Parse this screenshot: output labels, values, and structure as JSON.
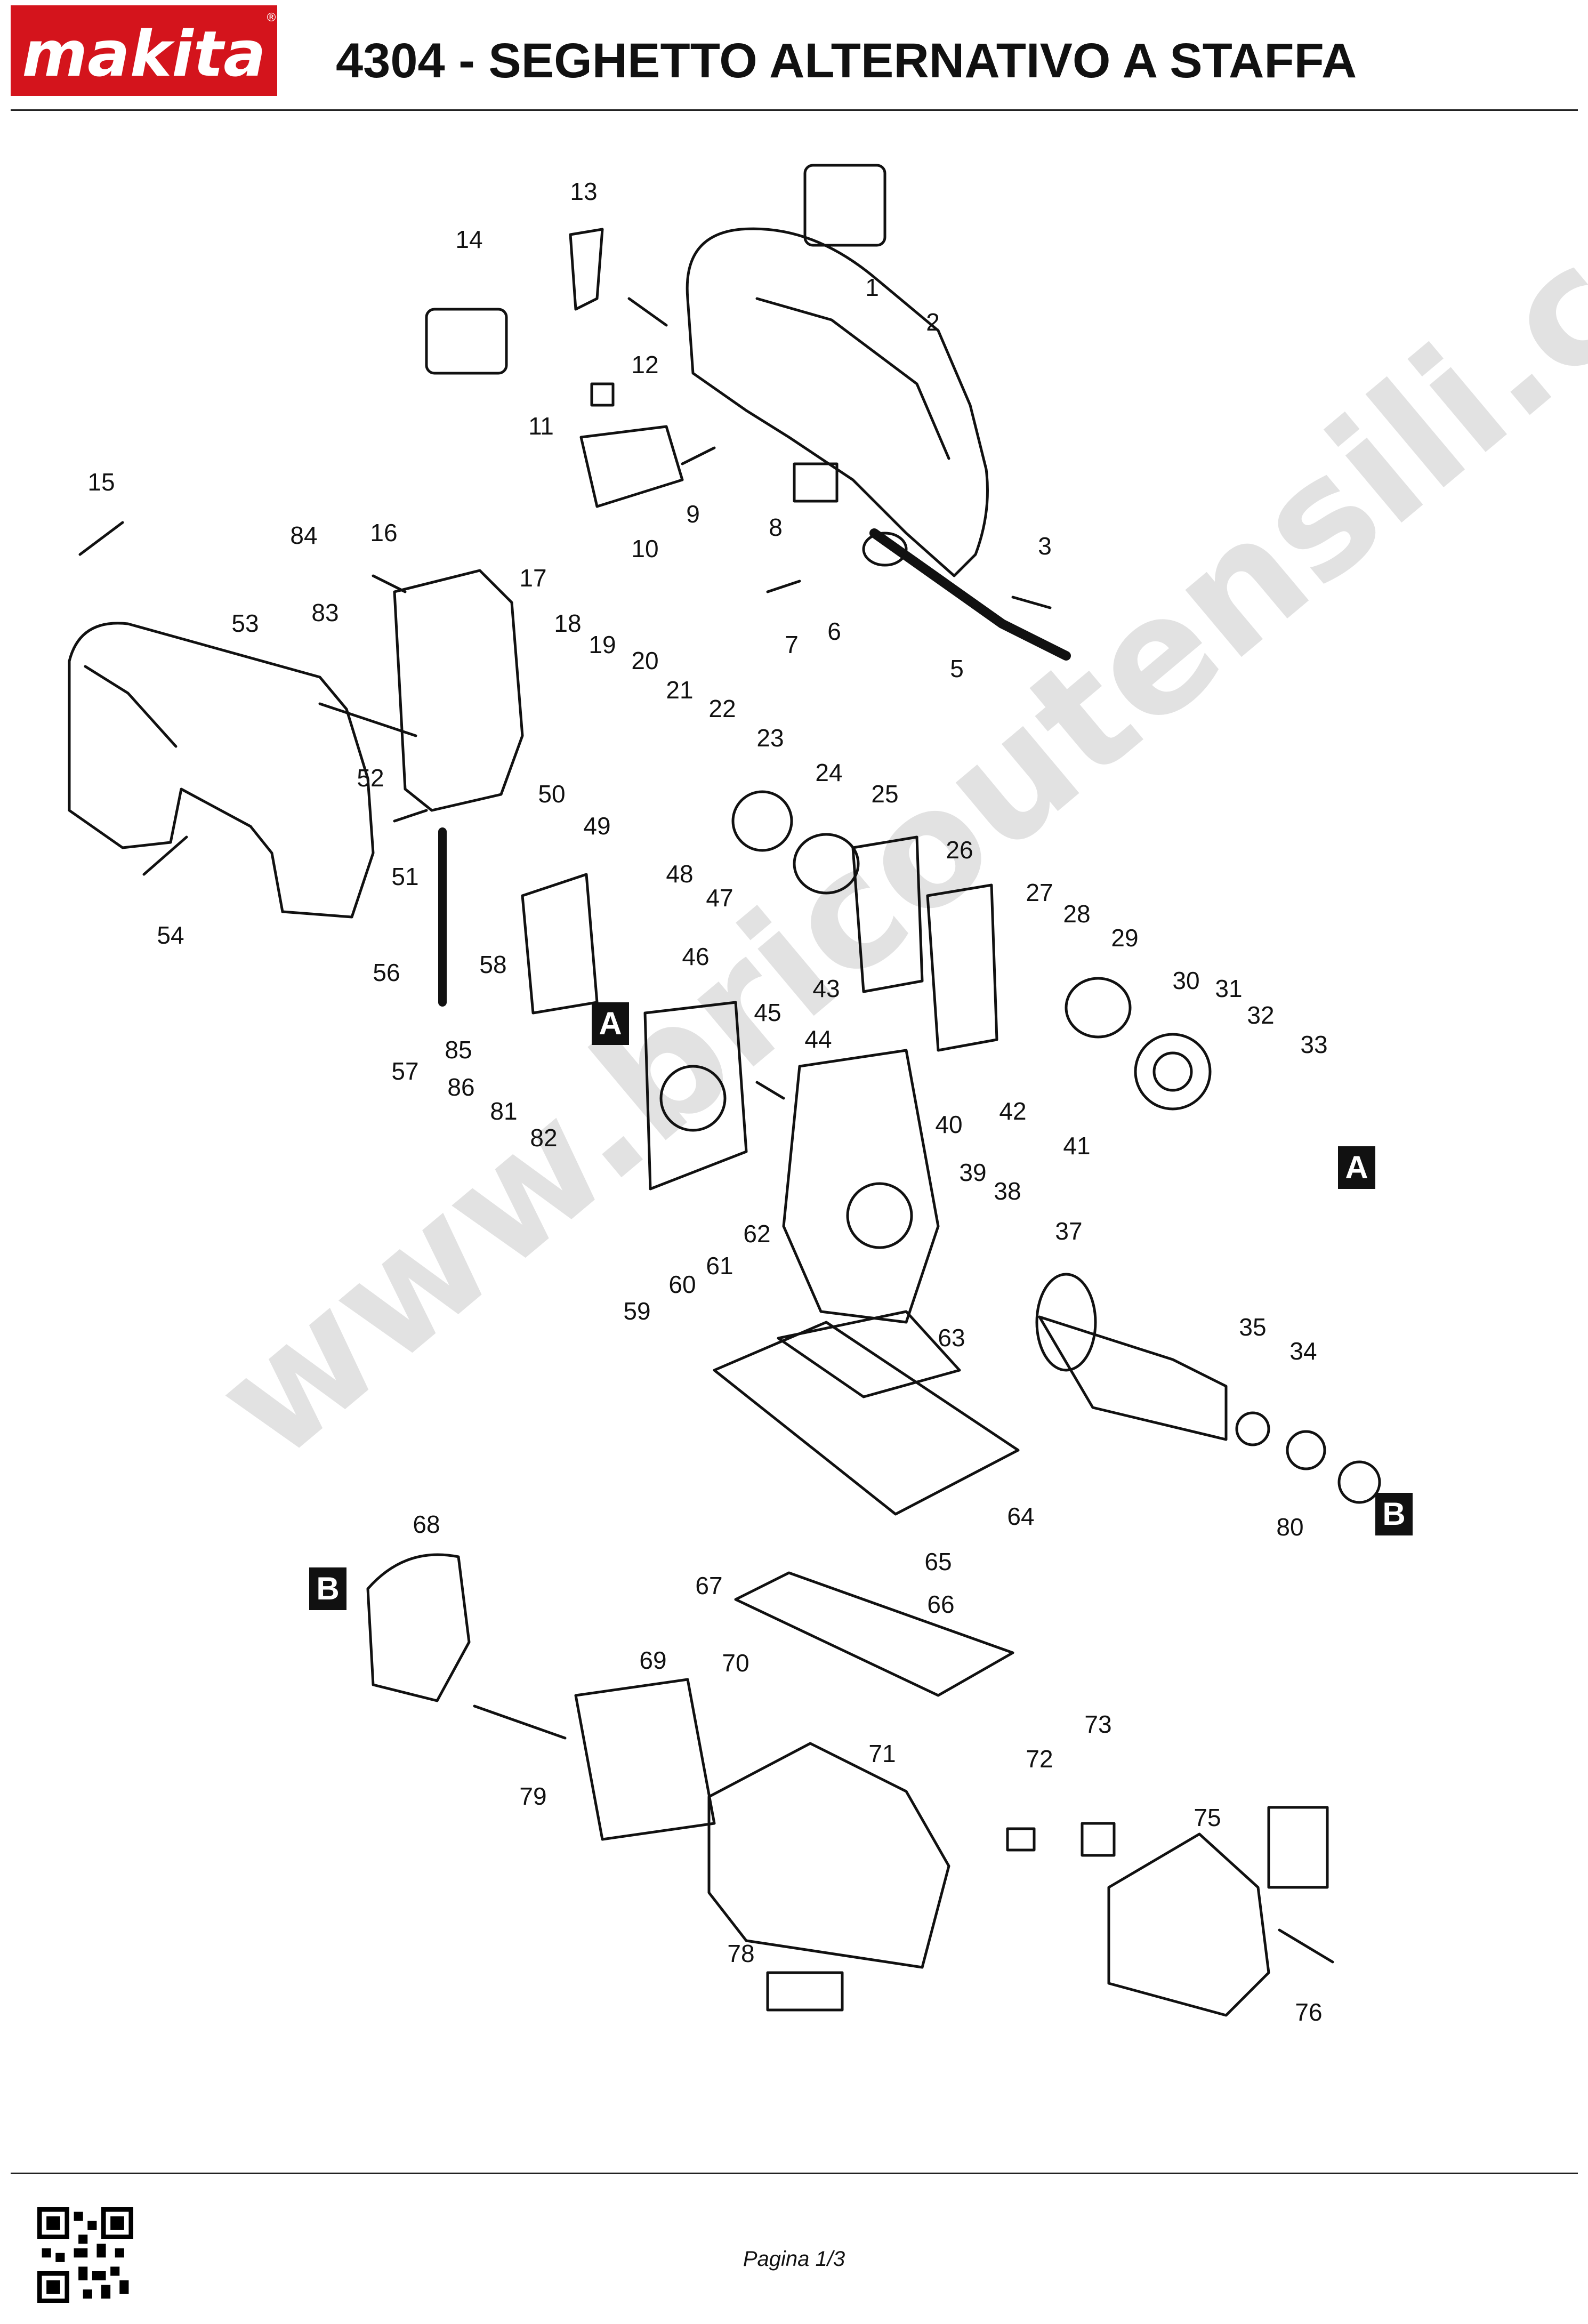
{
  "brand": {
    "name": "makita",
    "color": "#d4141c"
  },
  "header": {
    "title": "4304 - SEGHETTO ALTERNATIVO A STAFFA"
  },
  "watermark": {
    "text": "www.bricoutensili.com"
  },
  "callouts": {
    "A_letter": "A",
    "B_letter": "B"
  },
  "part_numbers": [
    "1",
    "2",
    "3",
    "5",
    "6",
    "7",
    "8",
    "9",
    "10",
    "11",
    "12",
    "13",
    "14",
    "15",
    "16",
    "17",
    "18",
    "19",
    "20",
    "21",
    "22",
    "23",
    "24",
    "25",
    "26",
    "27",
    "28",
    "29",
    "30",
    "31",
    "32",
    "33",
    "34",
    "35",
    "37",
    "38",
    "39",
    "40",
    "41",
    "42",
    "43",
    "44",
    "45",
    "46",
    "47",
    "48",
    "49",
    "50",
    "51",
    "52",
    "53",
    "54",
    "56",
    "57",
    "58",
    "59",
    "60",
    "61",
    "62",
    "63",
    "64",
    "65",
    "66",
    "67",
    "68",
    "69",
    "70",
    "71",
    "72",
    "73",
    "75",
    "76",
    "78",
    "79",
    "80",
    "81",
    "82",
    "83",
    "84",
    "85",
    "86"
  ],
  "footer": {
    "page": "Pagina 1/3"
  },
  "qr_icon": "qr-code-icon"
}
